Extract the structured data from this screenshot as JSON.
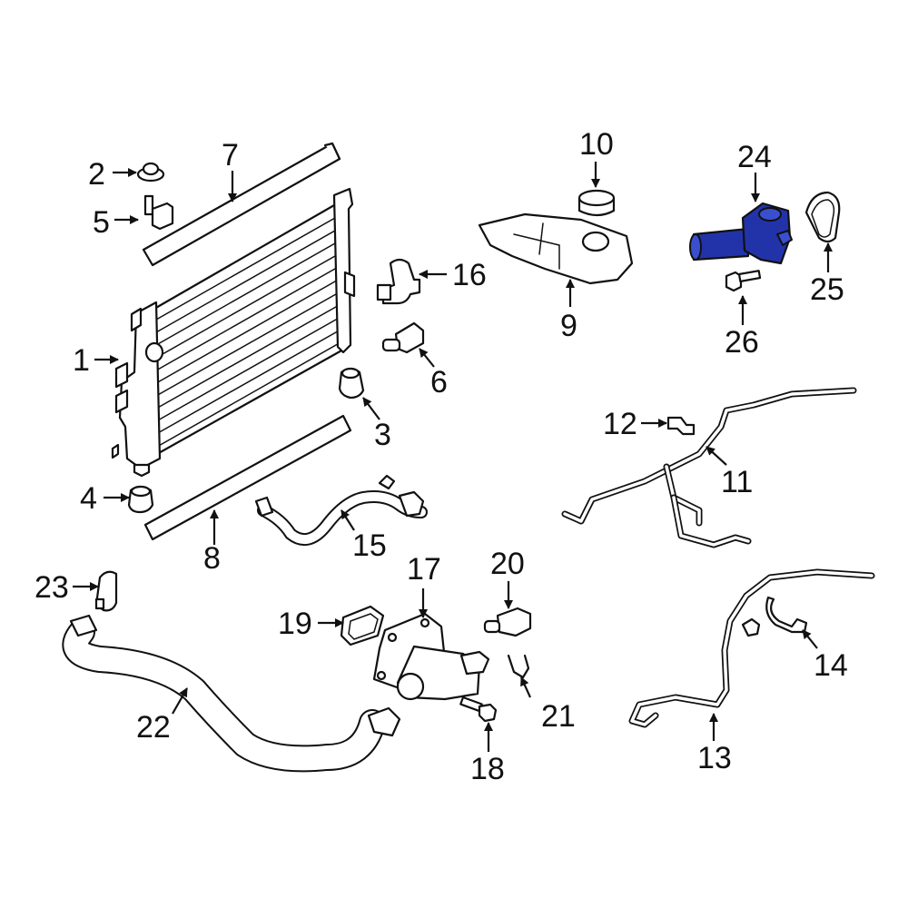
{
  "callouts": [
    {
      "id": "1",
      "text": "1"
    },
    {
      "id": "2",
      "text": "2"
    },
    {
      "id": "3",
      "text": "3"
    },
    {
      "id": "4",
      "text": "4"
    },
    {
      "id": "5",
      "text": "5"
    },
    {
      "id": "6",
      "text": "6"
    },
    {
      "id": "7",
      "text": "7"
    },
    {
      "id": "8",
      "text": "8"
    },
    {
      "id": "9",
      "text": "9"
    },
    {
      "id": "10",
      "text": "10"
    },
    {
      "id": "11",
      "text": "11"
    },
    {
      "id": "12",
      "text": "12"
    },
    {
      "id": "13",
      "text": "13"
    },
    {
      "id": "14",
      "text": "14"
    },
    {
      "id": "15",
      "text": "15"
    },
    {
      "id": "16",
      "text": "16"
    },
    {
      "id": "17",
      "text": "17"
    },
    {
      "id": "18",
      "text": "18"
    },
    {
      "id": "19",
      "text": "19"
    },
    {
      "id": "20",
      "text": "20"
    },
    {
      "id": "21",
      "text": "21"
    },
    {
      "id": "22",
      "text": "22"
    },
    {
      "id": "23",
      "text": "23"
    },
    {
      "id": "24",
      "text": "24"
    },
    {
      "id": "25",
      "text": "25"
    },
    {
      "id": "26",
      "text": "26"
    }
  ],
  "highlighted_part": "24",
  "colors": {
    "highlight": "#2233aa",
    "line": "#111111",
    "background": "#ffffff"
  }
}
